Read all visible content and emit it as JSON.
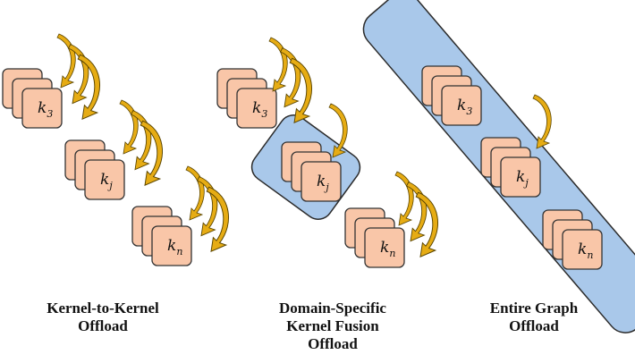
{
  "colors": {
    "kernel_fill": "#f9c6a8",
    "kernel_stroke": "#333333",
    "fusion_fill": "#a9c8ea",
    "fusion_stroke": "#2b2b2b",
    "arrow_fill": "#e6ac14",
    "arrow_stroke": "#5a4500"
  },
  "kernels": {
    "k3": {
      "base": "k",
      "sub": "3"
    },
    "kj": {
      "base": "k",
      "sub": "j"
    },
    "kn": {
      "base": "k",
      "sub": "n"
    }
  },
  "captions": {
    "kernel_to_kernel": [
      "Kernel-to-Kernel",
      "Offload"
    ],
    "domain_specific": [
      "Domain-Specific",
      "Kernel Fusion",
      "Offload"
    ],
    "entire_graph": [
      "Entire Graph",
      "Offload"
    ]
  }
}
